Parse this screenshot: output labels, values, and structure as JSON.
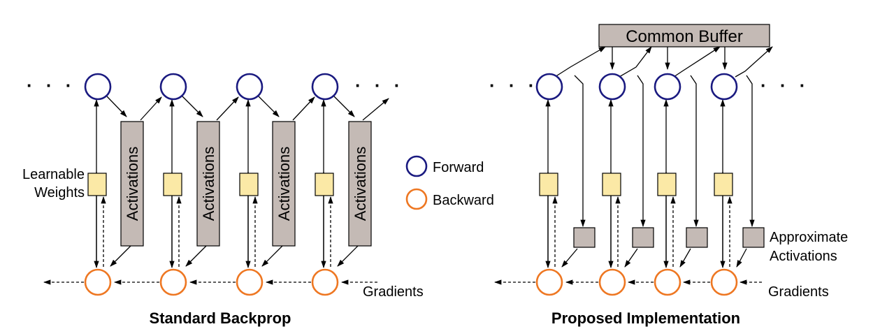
{
  "left": {
    "title": "Standard Backprop",
    "weights_label_line1": "Learnable",
    "weights_label_line2": "Weights",
    "activation_label": "Activations",
    "gradients_label": "Gradients",
    "ellipsis": "· · ·"
  },
  "legend": {
    "forward": "Forward",
    "backward": "Backward"
  },
  "right": {
    "title": "Proposed Implementation",
    "buffer_label": "Common Buffer",
    "approx_line1": "Approximate",
    "approx_line2": "Activations",
    "gradients_label": "Gradients",
    "ellipsis": "· · ·"
  },
  "colors": {
    "forward": "#1a1a80",
    "backward": "#ee7722",
    "weight_fill": "#fbe9a6",
    "activation_fill": "#c4bab5"
  }
}
